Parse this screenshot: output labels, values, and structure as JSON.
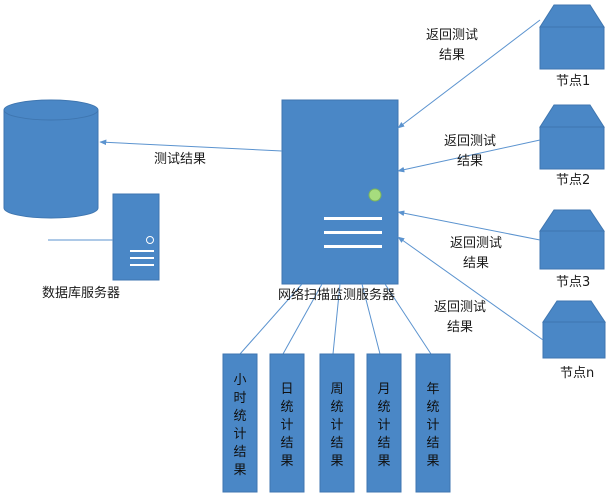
{
  "labels": {
    "db_server": "数据库服务器",
    "main_server": "网络扫描监测服务器",
    "to_db": "测试结果",
    "node1": "节点1",
    "node2": "节点2",
    "node3": "节点3",
    "noden": "节点n",
    "ret1": "返回测试结果",
    "ret2": "返回测试结果",
    "ret3": "返回测试结果",
    "ret4": "返回测试结果"
  },
  "stats": [
    "小时统计结果",
    "日统计结果",
    "周统计结果",
    "月统计结果",
    "年统计结果"
  ],
  "colors": {
    "fill": "#4a87c6",
    "stroke": "#3f76b0",
    "line": "#5b93cf",
    "led": "#a6dc7e"
  }
}
